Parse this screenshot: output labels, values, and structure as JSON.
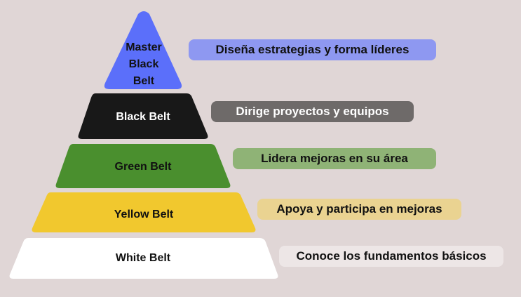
{
  "pyramid": {
    "tiers": [
      {
        "name": "Master Black Belt",
        "label_lines": [
          "Master",
          "Black",
          "Belt"
        ],
        "color": "#5b6ffa",
        "text_color": "#111111",
        "description": "Diseña estrategias y forma líderes",
        "desc_bg": "#8e98f1"
      },
      {
        "name": "Black Belt",
        "label_lines": [
          "Black Belt"
        ],
        "color": "#181818",
        "text_color": "#ffffff",
        "description": "Dirige proyectos y equipos",
        "desc_bg": "#6e6a69",
        "desc_text_color": "#ffffff"
      },
      {
        "name": "Green Belt",
        "label_lines": [
          "Green Belt"
        ],
        "color": "#4a8f2e",
        "text_color": "#111111",
        "description": "Lidera mejoras en su área",
        "desc_bg": "#8fb376"
      },
      {
        "name": "Yellow Belt",
        "label_lines": [
          "Yellow Belt"
        ],
        "color": "#f1c82e",
        "text_color": "#111111",
        "description": "Apoya y participa en mejoras",
        "desc_bg": "#ead391"
      },
      {
        "name": "White Belt",
        "label_lines": [
          "White Belt"
        ],
        "color": "#ffffff",
        "text_color": "#111111",
        "description": "Conoce los fundamentos básicos",
        "desc_bg": "#ede6e6"
      }
    ]
  }
}
